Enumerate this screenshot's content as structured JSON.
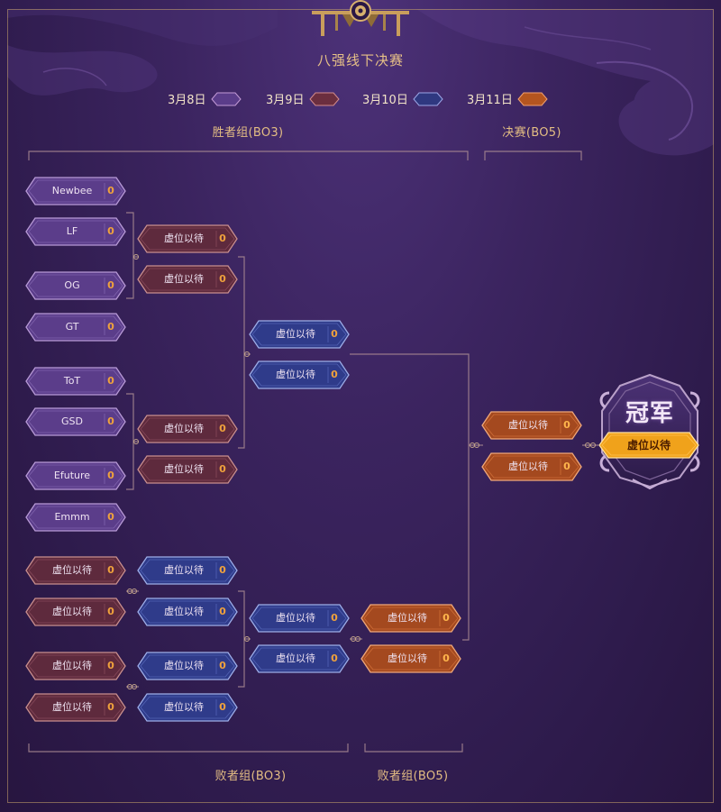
{
  "title": "八强线下决赛",
  "legend": [
    {
      "label": "3月8日",
      "color": "#5b3d8a"
    },
    {
      "label": "3月9日",
      "color": "#6b2e3f"
    },
    {
      "label": "3月10日",
      "color": "#2f3880"
    },
    {
      "label": "3月11日",
      "color": "#a24a22"
    }
  ],
  "sections": {
    "winners": "胜者组(BO3)",
    "finals": "决赛(BO5)",
    "losers_bo3": "败者组(BO3)",
    "losers_bo5": "败者组(BO5)"
  },
  "placeholder": "虚位以待",
  "champion": {
    "title": "冠军",
    "team": "虚位以待"
  },
  "winners_r1": [
    {
      "name": "Newbee",
      "score": "0"
    },
    {
      "name": "LF",
      "score": "0"
    },
    {
      "name": "OG",
      "score": "0"
    },
    {
      "name": "GT",
      "score": "0"
    },
    {
      "name": "ToT",
      "score": "0"
    },
    {
      "name": "GSD",
      "score": "0"
    },
    {
      "name": "Efuture",
      "score": "0"
    },
    {
      "name": "Emmm",
      "score": "0"
    }
  ],
  "winners_r2": [
    {
      "name": "虚位以待",
      "score": "0"
    },
    {
      "name": "虚位以待",
      "score": "0"
    },
    {
      "name": "虚位以待",
      "score": "0"
    },
    {
      "name": "虚位以待",
      "score": "0"
    }
  ],
  "winners_final": [
    {
      "name": "虚位以待",
      "score": "0"
    },
    {
      "name": "虚位以待",
      "score": "0"
    }
  ],
  "grand_final": [
    {
      "name": "虚位以待",
      "score": "0"
    },
    {
      "name": "虚位以待",
      "score": "0"
    }
  ],
  "losers_r1": [
    {
      "name": "虚位以待",
      "score": "0"
    },
    {
      "name": "虚位以待",
      "score": "0"
    },
    {
      "name": "虚位以待",
      "score": "0"
    },
    {
      "name": "虚位以待",
      "score": "0"
    }
  ],
  "losers_r2": [
    {
      "name": "虚位以待",
      "score": "0"
    },
    {
      "name": "虚位以待",
      "score": "0"
    },
    {
      "name": "虚位以待",
      "score": "0"
    },
    {
      "name": "虚位以待",
      "score": "0"
    }
  ],
  "losers_r3": [
    {
      "name": "虚位以待",
      "score": "0"
    },
    {
      "name": "虚位以待",
      "score": "0"
    }
  ],
  "losers_final": [
    {
      "name": "虚位以待",
      "score": "0"
    },
    {
      "name": "虚位以待",
      "score": "0"
    }
  ]
}
